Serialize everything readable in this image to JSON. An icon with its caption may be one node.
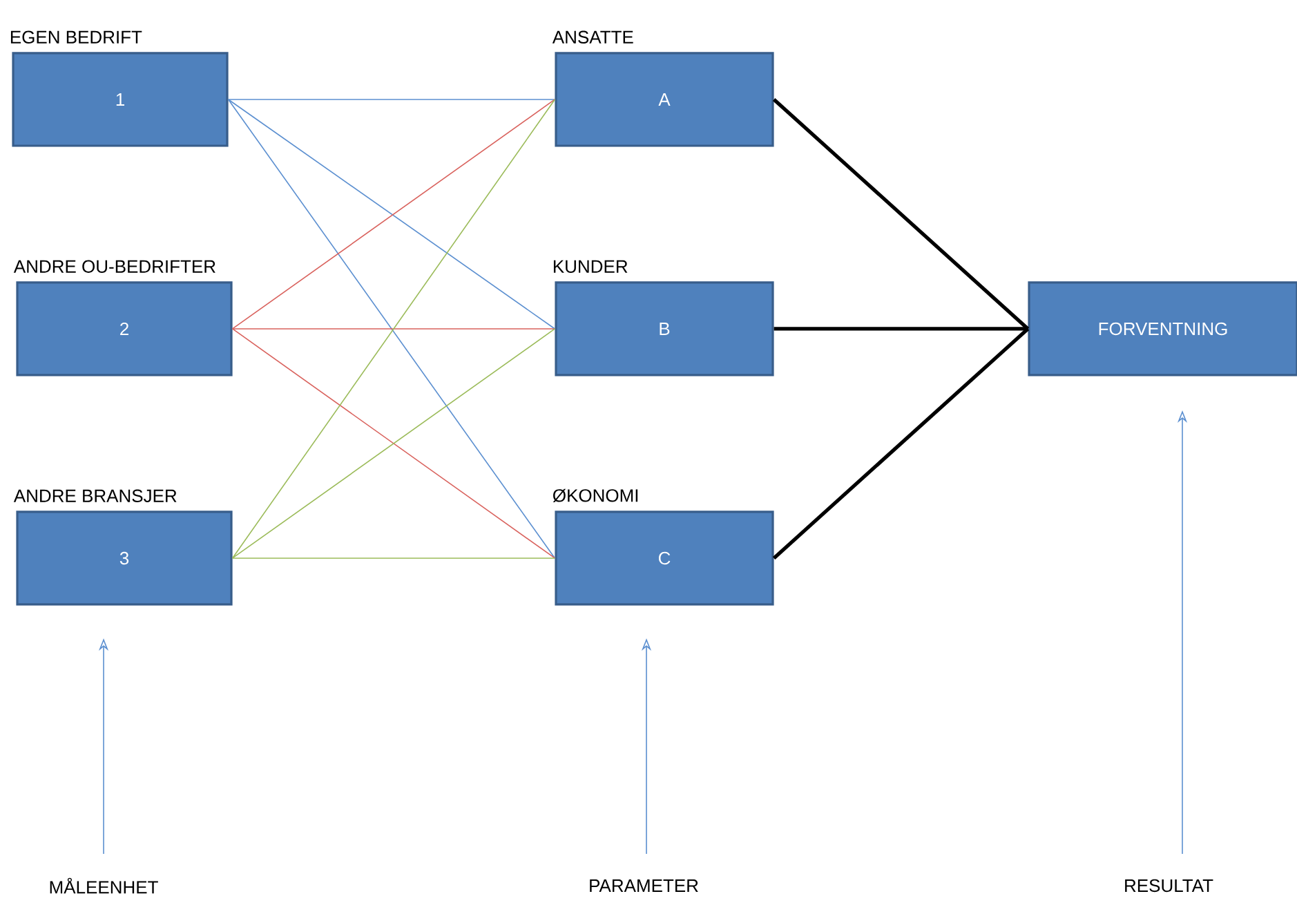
{
  "diagram": {
    "nodes": [
      {
        "text": [
          "EGEN BEDRIFT",
          "1"
        ]
      },
      {
        "text": [
          "ANDRE OU-BEDRIFTER",
          "2"
        ]
      },
      {
        "text": [
          "ANDRE BRANSJER",
          "3"
        ]
      },
      {
        "text": [
          "ANSATTE",
          "A"
        ]
      },
      {
        "text": [
          "KUNDER",
          "B"
        ]
      },
      {
        "text": [
          "ØKONOMI",
          "C"
        ]
      },
      {
        "text": [
          "FORVENTNING"
        ]
      },
      {
        "text": [
          "MÅLEENHET"
        ]
      },
      {
        "text": [
          "PARAMETER"
        ]
      },
      {
        "text": [
          "RESULTAT"
        ]
      }
    ],
    "edges": [
      {
        "from": 0,
        "to": 3,
        "arrow": "none",
        "color": "#5b8fd0"
      },
      {
        "from": 0,
        "to": 4,
        "arrow": "none",
        "color": "#5b8fd0"
      },
      {
        "from": 0,
        "to": 5,
        "arrow": "none",
        "color": "#5b8fd0"
      },
      {
        "from": 1,
        "to": 3,
        "arrow": "none",
        "color": "#d9625d"
      },
      {
        "from": 1,
        "to": 4,
        "arrow": "none",
        "color": "#d9625d"
      },
      {
        "from": 1,
        "to": 5,
        "arrow": "none",
        "color": "#d9625d"
      },
      {
        "from": 2,
        "to": 3,
        "arrow": "none",
        "color": "#9bbb59"
      },
      {
        "from": 2,
        "to": 4,
        "arrow": "none",
        "color": "#9bbb59"
      },
      {
        "from": 2,
        "to": 5,
        "arrow": "none",
        "color": "#9bbb59"
      },
      {
        "from": 3,
        "to": 6,
        "arrow": "none",
        "style": "thick",
        "color": "#000000"
      },
      {
        "from": 4,
        "to": 6,
        "arrow": "none",
        "style": "thick",
        "color": "#000000"
      },
      {
        "from": 5,
        "to": 6,
        "arrow": "none",
        "style": "thick",
        "color": "#000000"
      },
      {
        "from": 7,
        "to": null,
        "arrow": "to",
        "color": "#5b8fd0"
      },
      {
        "from": 8,
        "to": null,
        "arrow": "to",
        "color": "#5b8fd0"
      },
      {
        "from": 9,
        "to": null,
        "arrow": "to",
        "color": "#5b8fd0"
      }
    ]
  }
}
